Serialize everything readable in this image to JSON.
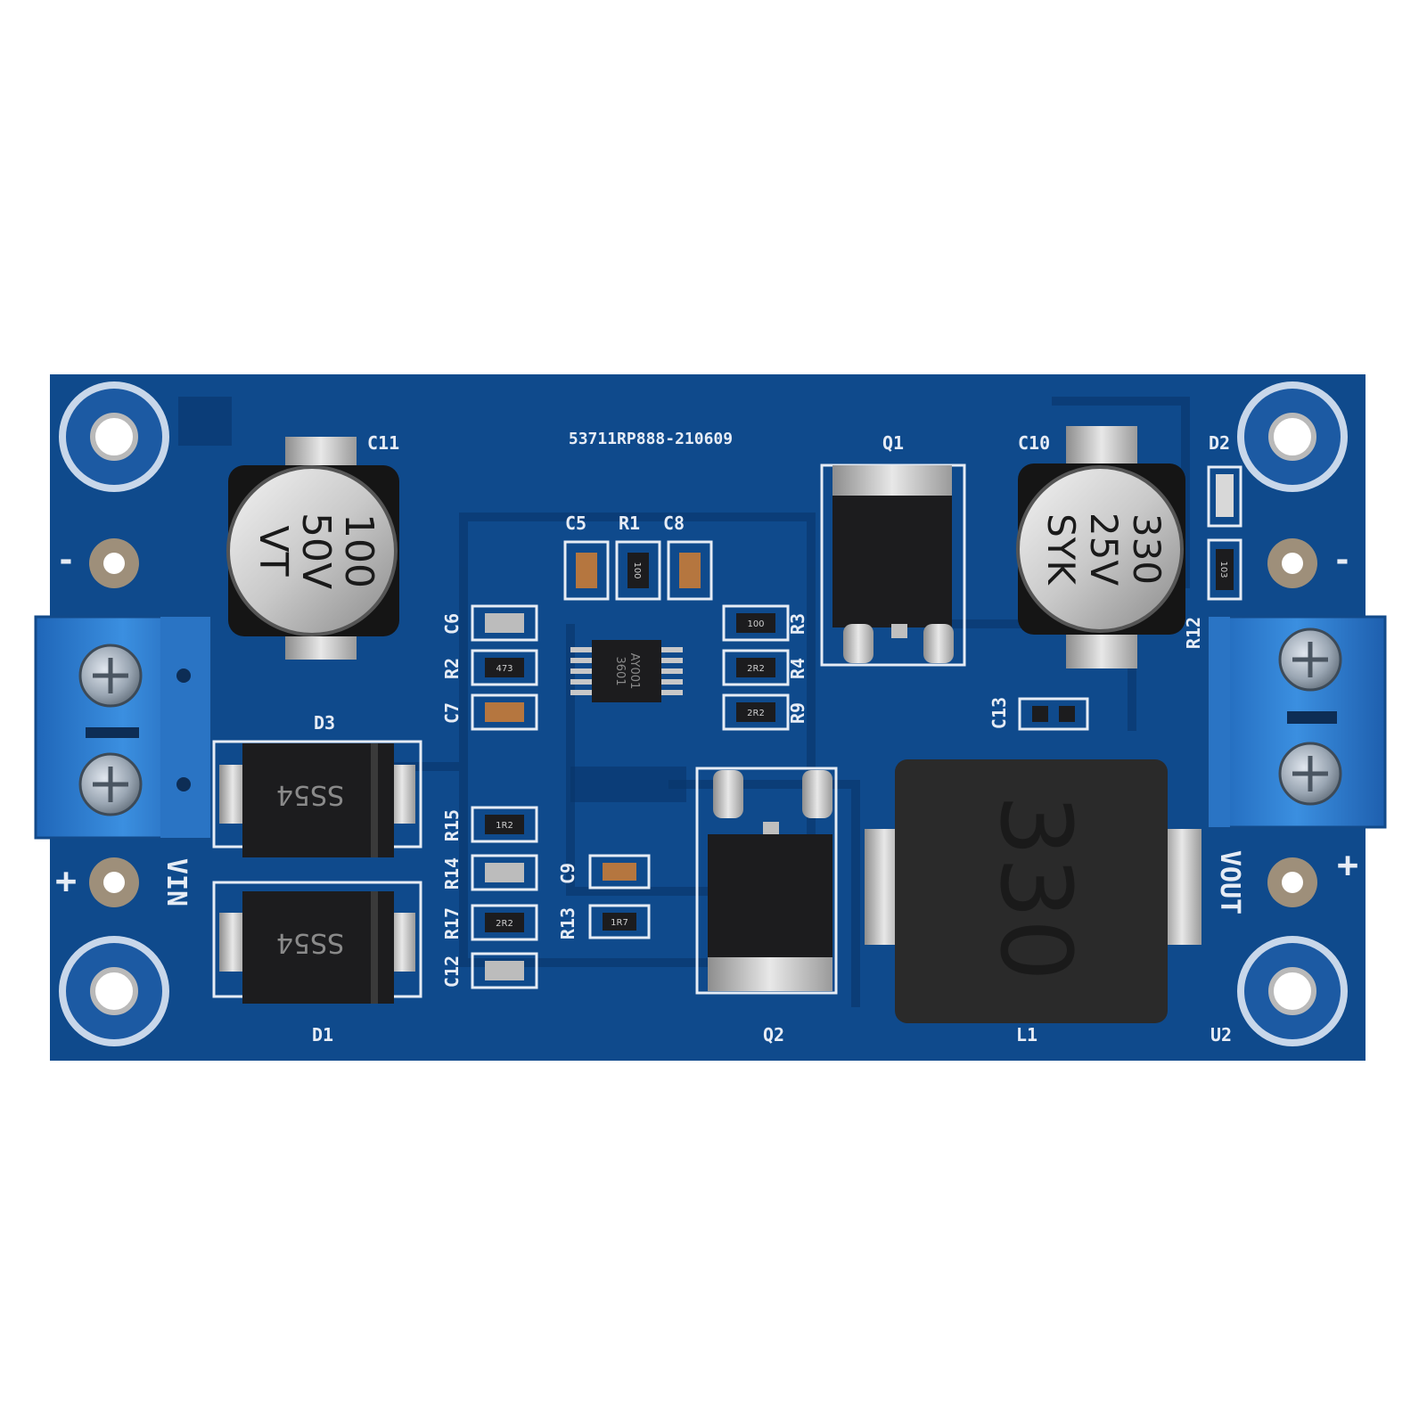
{
  "board": {
    "serial": "53711RP888-210609",
    "labels": {
      "c11": "C11",
      "c10": "C10",
      "q1": "Q1",
      "d2": "D2",
      "d3": "D3",
      "d1": "D1",
      "q2": "Q2",
      "l1": "L1",
      "u2": "U2",
      "r12": "R12",
      "c5": "C5",
      "r1": "R1",
      "c8": "C8",
      "c6": "C6",
      "r2": "R2",
      "c7": "C7",
      "r3": "R3",
      "r4": "R4",
      "r9": "R9",
      "r15": "R15",
      "r14": "R14",
      "r17": "R17",
      "c12": "C12",
      "c9": "C9",
      "r13": "R13",
      "c13": "C13",
      "vin": "VIN",
      "vout": "VOUT"
    },
    "polarity": {
      "plus": "+",
      "minus": "-"
    },
    "capacitor_c11": {
      "line1": "100",
      "line2": "50V",
      "line3": "VT"
    },
    "capacitor_c10": {
      "line1": "330",
      "line2": "25V",
      "line3": "SYK"
    },
    "diode_marking": "SS54",
    "inductor_marking": "330",
    "resistor_codes": {
      "r3": "100",
      "r4": "2R2",
      "r9": "2R2",
      "r15": "1R2",
      "r17": "2R2",
      "r13": "1R7",
      "r2": "473",
      "r1": "100",
      "r12": "103"
    },
    "ic_marking": {
      "line1": "AY001",
      "line2": "3601"
    }
  },
  "colors": {
    "pcb": "#0f4a8c",
    "pcb_dark": "#0a3a70",
    "silkscreen": "#e6ecf5",
    "terminal_blue": "#2f7fd2",
    "component_black": "#1c1c1e",
    "solder": "#c8c8c8"
  }
}
